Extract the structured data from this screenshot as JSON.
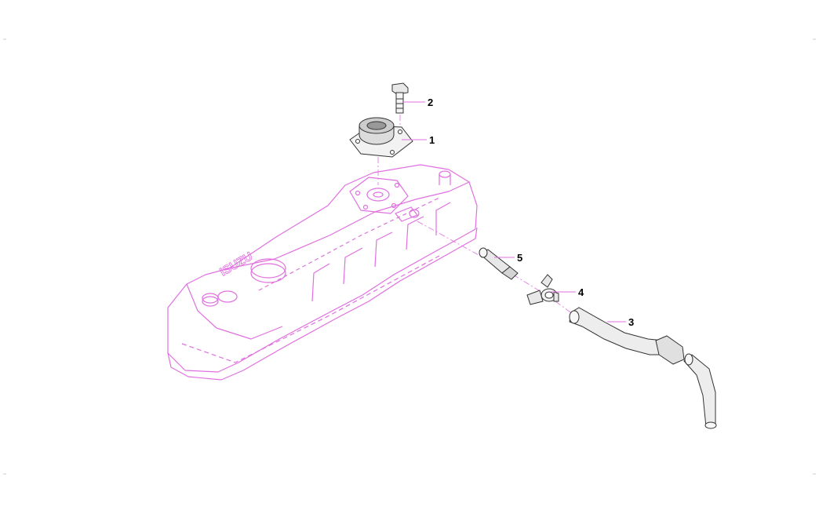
{
  "diagram": {
    "colors": {
      "background": "#ffffff",
      "cover_outline": "#e070e0",
      "part_outline": "#333333",
      "part_fill": "#e8e8e8",
      "leader": "#e070e0",
      "text": "#000000"
    },
    "cover_emblem": "ISUZU",
    "callouts": [
      {
        "id": "1",
        "label": "1",
        "part": "cap"
      },
      {
        "id": "2",
        "label": "2",
        "part": "bolt"
      },
      {
        "id": "3",
        "label": "3",
        "part": "hose"
      },
      {
        "id": "4",
        "label": "4",
        "part": "clip"
      },
      {
        "id": "5",
        "label": "5",
        "part": "connector"
      }
    ]
  }
}
